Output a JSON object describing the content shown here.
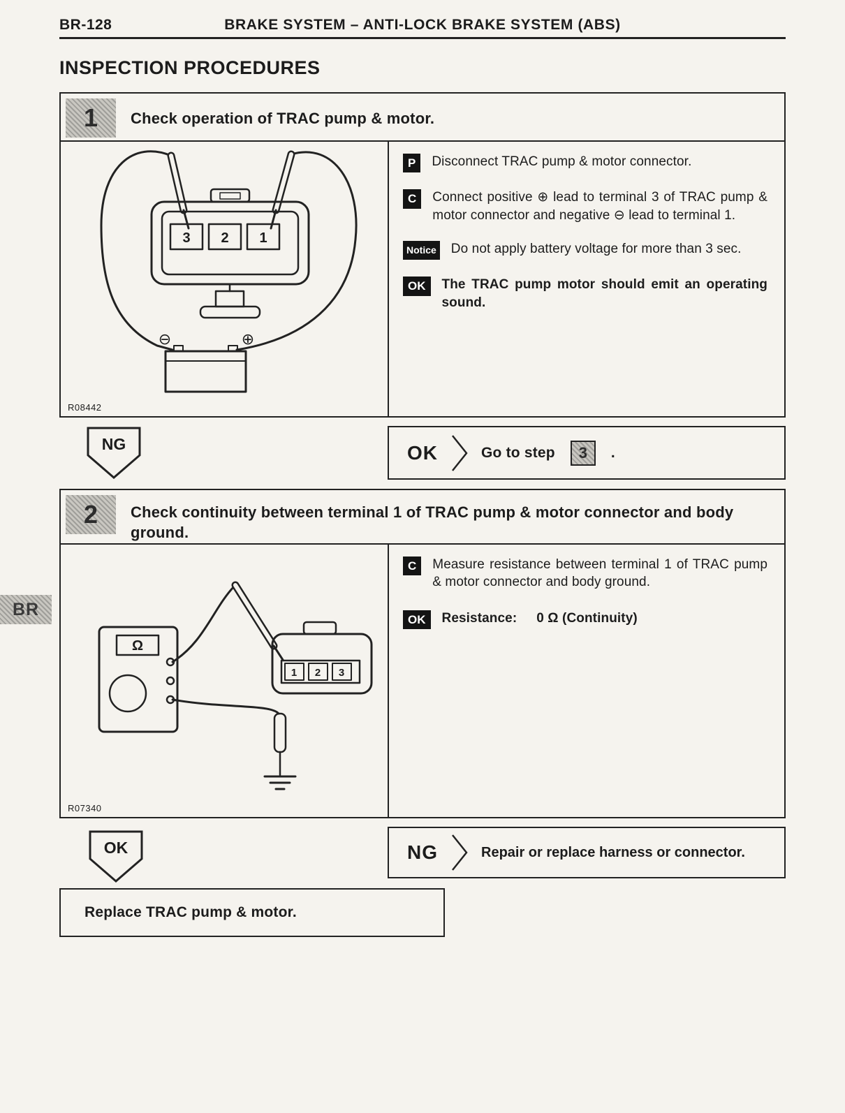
{
  "page": {
    "page_number": "BR-128",
    "header_title": "BRAKE SYSTEM – ANTI-LOCK BRAKE SYSTEM (ABS)",
    "section_title": "INSPECTION PROCEDURES",
    "side_tab": "BR"
  },
  "step1": {
    "number": "1",
    "title": "Check operation of TRAC pump & motor.",
    "figure_code": "R08442",
    "terminals": [
      "3",
      "2",
      "1"
    ],
    "battery_neg": "⊖",
    "battery_pos": "⊕",
    "instructions": [
      {
        "tag": "P",
        "text": "Disconnect TRAC pump & motor connector."
      },
      {
        "tag": "C",
        "text": "Connect positive ⊕ lead to terminal 3 of TRAC pump & motor connector and negative ⊖ lead to terminal 1."
      },
      {
        "tag": "Notice",
        "text": "Do not apply battery voltage for more than 3 sec."
      },
      {
        "tag": "OK",
        "text": "The TRAC pump motor should emit an operating sound."
      }
    ],
    "ng_label": "NG",
    "result": {
      "label": "OK",
      "text_prefix": "Go to step",
      "step_ref": "3",
      "text_suffix": "."
    }
  },
  "step2": {
    "number": "2",
    "title": "Check continuity between terminal 1 of TRAC pump & motor connector and body ground.",
    "figure_code": "R07340",
    "terminals": [
      "1",
      "2",
      "3"
    ],
    "meter_symbol": "Ω",
    "instructions": [
      {
        "tag": "C",
        "text": "Measure resistance between terminal 1 of TRAC pump & motor connector and body ground."
      },
      {
        "tag": "OK",
        "label": "Resistance:",
        "value": "0 Ω (Continuity)"
      }
    ],
    "ok_label": "OK",
    "result": {
      "label": "NG",
      "text": "Repair or replace harness or connector."
    }
  },
  "final": {
    "text": "Replace TRAC pump & motor."
  }
}
